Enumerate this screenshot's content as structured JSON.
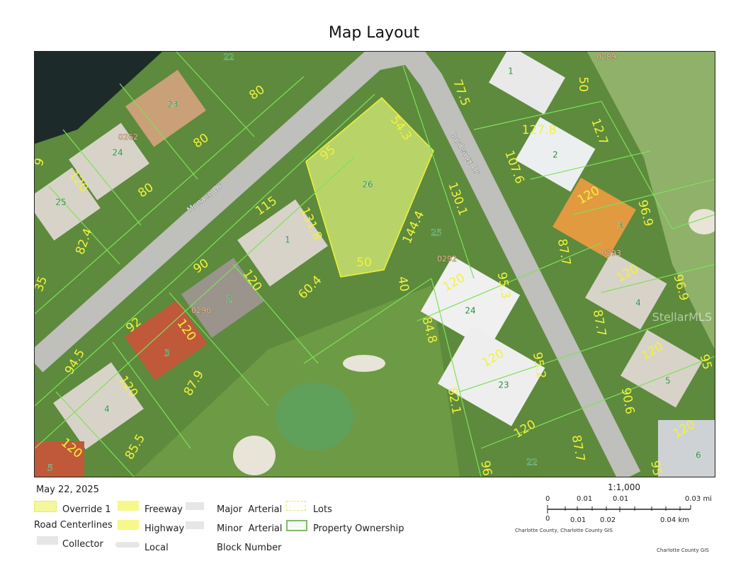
{
  "title": "Map Layout",
  "map": {
    "streets": [
      "Monaco Dr",
      "Bordeaux Dr"
    ],
    "dimension_labels": [
      "77.5",
      "50",
      "127.8",
      "12.7",
      "107.6",
      "54.3",
      "95",
      "130.1",
      "144.4",
      "131.8",
      "115",
      "80",
      "80",
      "80",
      "120",
      "82.4",
      "50",
      "40",
      "60.4",
      "120",
      "90",
      "120",
      "96.9",
      "87.7",
      "120",
      "95.3",
      "120",
      "96.9",
      "87.7",
      "84.8",
      "92",
      "120",
      "120",
      "95.2",
      "120",
      "95",
      "94.5",
      "120",
      "87.9",
      "82.1",
      "120",
      "90.6",
      "120",
      "87.7",
      "85.5",
      "120",
      "96",
      "95",
      "35",
      "9"
    ],
    "lot_numbers": [
      "22",
      "1",
      "23",
      "24",
      "2",
      "25",
      "26",
      "25",
      "1",
      "3",
      "2",
      "4",
      "24",
      "3",
      "5",
      "23",
      "4",
      "22",
      "6",
      "5"
    ],
    "block_numbers": [
      "0289",
      "0262",
      "0292",
      "0293",
      "0290"
    ],
    "watermark": "StellarMLS",
    "colors": {
      "parcel_line": "#7fe05a",
      "dimension_text": "#f2f23a",
      "lot_text": "#1f8a3a",
      "block_text": "#e8c9a0",
      "highlight_fill": "#c8e070"
    }
  },
  "date": "May 22, 2025",
  "legend": {
    "override": "Override 1",
    "road_centerlines": "Road Centerlines",
    "collector": "Collector",
    "freeway": "Freeway",
    "highway": "Highway",
    "local": "Local",
    "major_a": "Major",
    "major_b": "Arterial",
    "minor_a": "Minor",
    "minor_b": "Arterial",
    "block_number": "Block Number",
    "lots": "Lots",
    "property_ownership": "Property Ownership"
  },
  "scale": {
    "ratio": "1:1,000",
    "mi_ticks": [
      "0",
      "0.01",
      "0.01",
      "0.03 mi"
    ],
    "km_ticks": [
      "0",
      "0.01",
      "0.02",
      "0.04 km"
    ],
    "attribution": "Charlotte County, Charlotte County GIS"
  },
  "footer_credit": "Charlotte County GIS"
}
